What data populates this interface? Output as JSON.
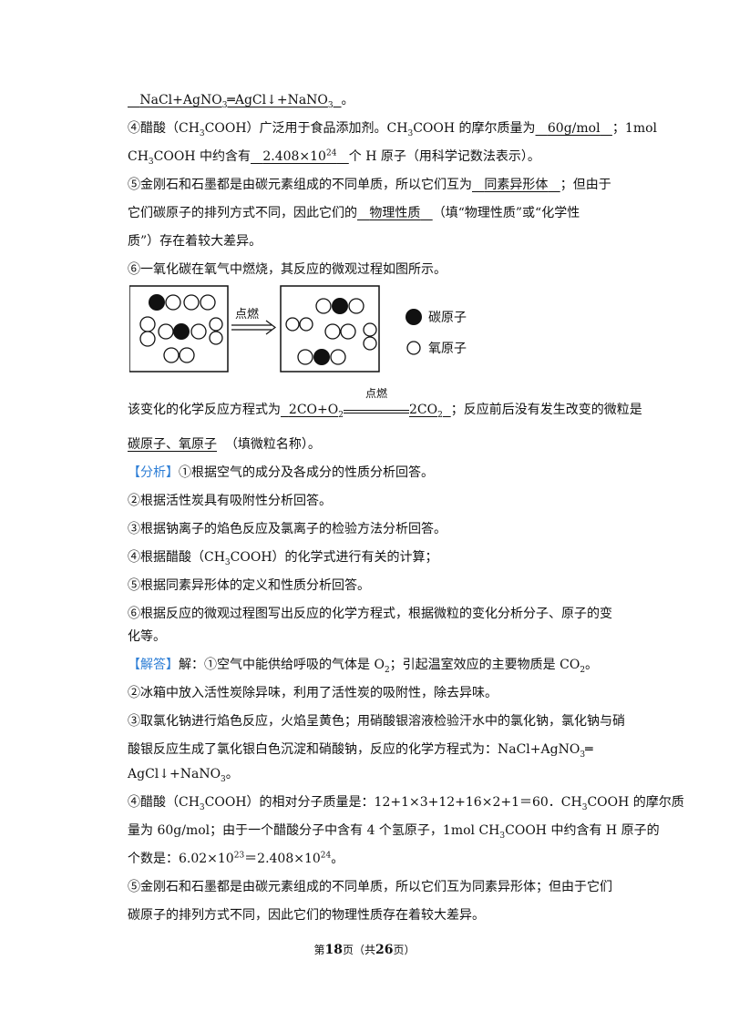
{
  "l1": {
    "ans": "NaCl+AgNO",
    "s1": "3",
    "ans2": "═AgCl↓+NaNO",
    "s2": "3",
    "tail": "。"
  },
  "l2": {
    "t1": "④醋酸（CH",
    "s1": "3",
    "t2": "COOH）广泛用于食品添加剂。CH",
    "s2": "3",
    "t3": "COOH 的摩尔质量为",
    "a1": "60g/mol",
    "t4": "；1mol"
  },
  "l3": {
    "t1": "CH",
    "s1": "3",
    "t2": "COOH 中约含有",
    "a1": "2.408×10",
    "p1": "24",
    "t3": "个 H 原子（用科学记数法表示）。"
  },
  "l4": {
    "t1": "⑤金刚石和石墨都是由碳元素组成的不同单质，所以它们互为",
    "a1": "同素异形体",
    "t2": "；但由于"
  },
  "l5": {
    "t1": "它们碳原子的排列方式不同，因此它们的",
    "a1": "物理性质",
    "t2": "（填“物理性质”或“化学性"
  },
  "l6": {
    "t1": "质”）存在着较大差异。"
  },
  "l7": {
    "t1": "⑥一氧化碳在氧气中燃烧，其反应的微观过程如图所示。"
  },
  "diagram": {
    "arrow_label": "点燃",
    "legend_carbon": "碳原子",
    "legend_oxygen": "氧原子"
  },
  "l8": {
    "t1": "该变化的化学反应方程式为",
    "a1": "2CO+O",
    "s1": "2",
    "cond": "点燃",
    "a2": "2CO",
    "s2": "2",
    "t2": "；反应前后没有发生改变的微粒是"
  },
  "l9": {
    "a1": "碳原子、氧原子",
    "t1": "（填微粒名称）。"
  },
  "analysis": {
    "tag": "【分析】",
    "p1": "①根据空气的成分及各成分的性质分析回答。",
    "p2": "②根据活性炭具有吸附性分析回答。",
    "p3": "③根据钠离子的焰色反应及氯离子的检验方法分析回答。",
    "p4a": "④根据醋酸（CH",
    "p4s": "3",
    "p4b": "COOH）的化学式进行有关的计算；",
    "p5": "⑤根据同素异形体的定义和性质分析回答。",
    "p6a": "⑥根据反应的微观过程图写出反应的化学方程式，根据微粒的变化分析分子、原子的变",
    "p6b": "化等。"
  },
  "solution": {
    "tag": "【解答】",
    "p1a": "解：①空气中能供给呼吸的气体是 O",
    "p1s": "2",
    "p1b": "；引起温室效应的主要物质是 CO",
    "p1s2": "2",
    "p1c": "。",
    "p2": "②冰箱中放入活性炭除异味，利用了活性炭的吸附性，除去异味。",
    "p3a": "③取氯化钠进行焰色反应，火焰呈黄色；用硝酸银溶液检验汗水中的氯化钠，氯化钠与硝",
    "p3b1": "酸银反应生成了氯化银白色沉淀和硝酸钠，反应的化学方程式为：NaCl+AgNO",
    "p3bs": "3",
    "p3b2": "═",
    "p3c1": "AgCl↓+NaNO",
    "p3cs": "3",
    "p3c2": "。",
    "p4a1": "④醋酸（CH",
    "p4as": "3",
    "p4a2": "COOH）的相对分子质量是：12+1×3+12+16×2+1＝60．CH",
    "p4as2": "3",
    "p4a3": "COOH 的摩尔质",
    "p4b1": "量为 60g/mol；由于一个醋酸分子中含有 4 个氢原子，1mol CH",
    "p4bs": "3",
    "p4b2": "COOH 中约含有 H 原子的",
    "p4c1": "个数是：6.02×10",
    "p4cp": "23",
    "p4c2": "＝2.408×10",
    "p4cp2": "24",
    "p4c3": "。",
    "p5a": "⑤金刚石和石墨都是由碳元素组成的不同单质，所以它们互为同素异形体；但由于它们",
    "p5b": "碳原子的排列方式不同，因此它们的物理性质存在着较大差异。"
  },
  "footer": {
    "pre": "第",
    "page": "18",
    "mid": "页（共",
    "total": "26",
    "post": "页）"
  }
}
